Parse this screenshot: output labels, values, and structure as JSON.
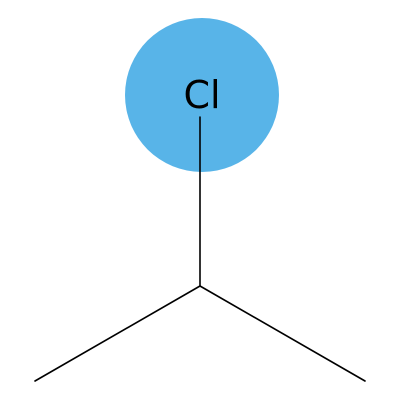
{
  "molecule": {
    "atoms": [
      {
        "id": "c_center",
        "element": "C",
        "label": ""
      },
      {
        "id": "c_left",
        "element": "C",
        "label": ""
      },
      {
        "id": "c_right",
        "element": "C",
        "label": ""
      },
      {
        "id": "cl",
        "element": "Cl",
        "label": "Cl",
        "highlighted": true
      }
    ],
    "bonds": [
      {
        "from": "c_center",
        "to": "cl",
        "order": 1
      },
      {
        "from": "c_center",
        "to": "c_left",
        "order": 1
      },
      {
        "from": "c_center",
        "to": "c_right",
        "order": 1
      }
    ]
  },
  "colors": {
    "highlight": "#58b4e8",
    "bond": "#000000",
    "label": "#000000",
    "background": "#ffffff"
  }
}
